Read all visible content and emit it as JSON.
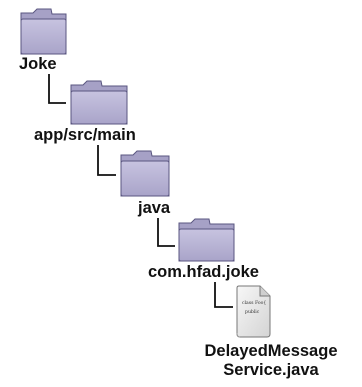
{
  "tree": {
    "folders": [
      {
        "name": "Joke",
        "icon": "folder-icon"
      },
      {
        "name": "app/src/main",
        "icon": "folder-icon"
      },
      {
        "name": "java",
        "icon": "folder-icon"
      },
      {
        "name": "com.hfad.joke",
        "icon": "folder-icon"
      }
    ],
    "file": {
      "icon": "java-file-icon",
      "page_text": [
        "class Foo{",
        "public"
      ],
      "name_line1": "DelayedMessage",
      "name_line2": "Service.java"
    }
  },
  "colors": {
    "folder_fill": "#b9b5d4",
    "folder_tab": "#a6a1c6",
    "folder_stroke": "#5a5680",
    "connector": "#111111",
    "file_fill": "#eeeeee"
  }
}
